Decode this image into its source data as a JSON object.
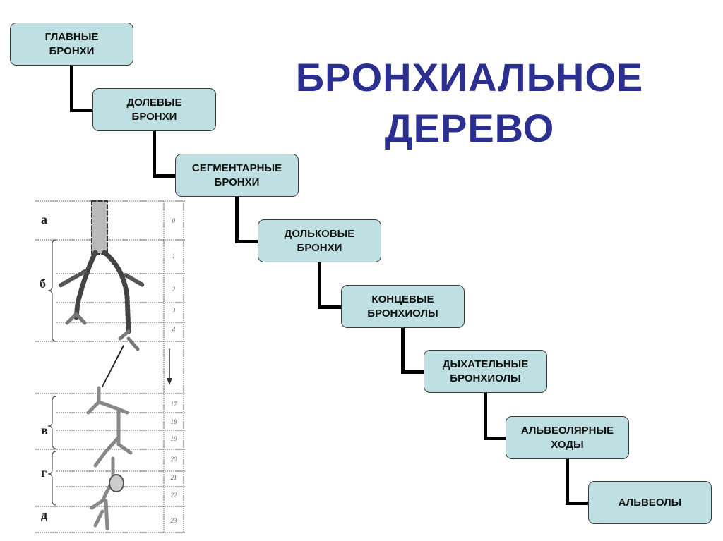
{
  "title": "БРОНХИАЛЬНОЕ\nДЕРЕВО",
  "boxes": [
    {
      "label": "ГЛАВНЫЕ\nБРОНХИ"
    },
    {
      "label": "ДОЛЕВЫЕ\nБРОНХИ"
    },
    {
      "label": "СЕГМЕНТАРНЫЕ\nБРОНХИ"
    },
    {
      "label": "ДОЛЬКОВЫЕ\nБРОНХИ"
    },
    {
      "label": "КОНЦЕВЫЕ\nБРОНХИОЛЫ"
    },
    {
      "label": "ДЫХАТЕЛЬНЫЕ\nБРОНХИОЛЫ"
    },
    {
      "label": "АЛЬВЕОЛЯРНЫЕ\nХОДЫ"
    },
    {
      "label": "АЛЬВЕОЛЫ"
    }
  ],
  "colors": {
    "box_fill": "#bfe0e3",
    "title": "#2b2f8f"
  },
  "figure": {
    "zone_labels": [
      "а",
      "б",
      "в",
      "г",
      "д"
    ],
    "generations": [
      "0",
      "1",
      "2",
      "3",
      "4",
      "17",
      "18",
      "19",
      "20",
      "21",
      "22",
      "23"
    ]
  }
}
